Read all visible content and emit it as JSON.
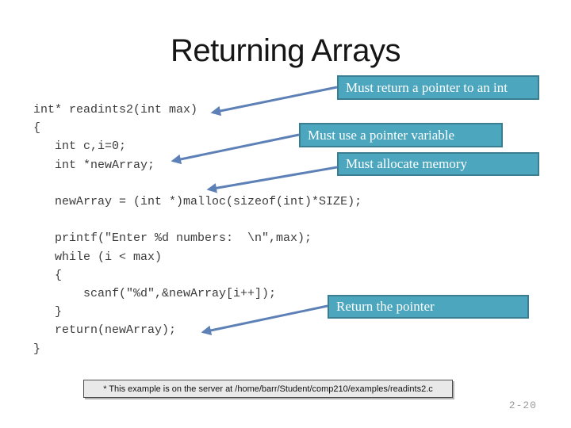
{
  "slide": {
    "title": "Returning Arrays",
    "page_number": "2-20"
  },
  "code": {
    "text": "int* readints2(int max)\n{\n   int c,i=0;\n   int *newArray;\n\n   newArray = (int *)malloc(sizeof(int)*SIZE);\n\n   printf(\"Enter %d numbers:  \\n\",max);\n   while (i < max)\n   {\n       scanf(\"%d\",&newArray[i++]);\n   }\n   return(newArray);\n}"
  },
  "callouts": [
    {
      "label": "Must return a pointer to an int"
    },
    {
      "label": "Must use a pointer variable"
    },
    {
      "label": "Must allocate memory"
    },
    {
      "label": "Return the pointer"
    }
  ],
  "footnote": {
    "text": "*  This example is on the server at /home/barr/Student/comp210/examples/readints2.c"
  },
  "colors": {
    "callout_fill": "#4ba6be",
    "callout_border": "#3b7e92",
    "arrow": "#5d81b6",
    "footnote_fill": "#e9e9e9"
  }
}
